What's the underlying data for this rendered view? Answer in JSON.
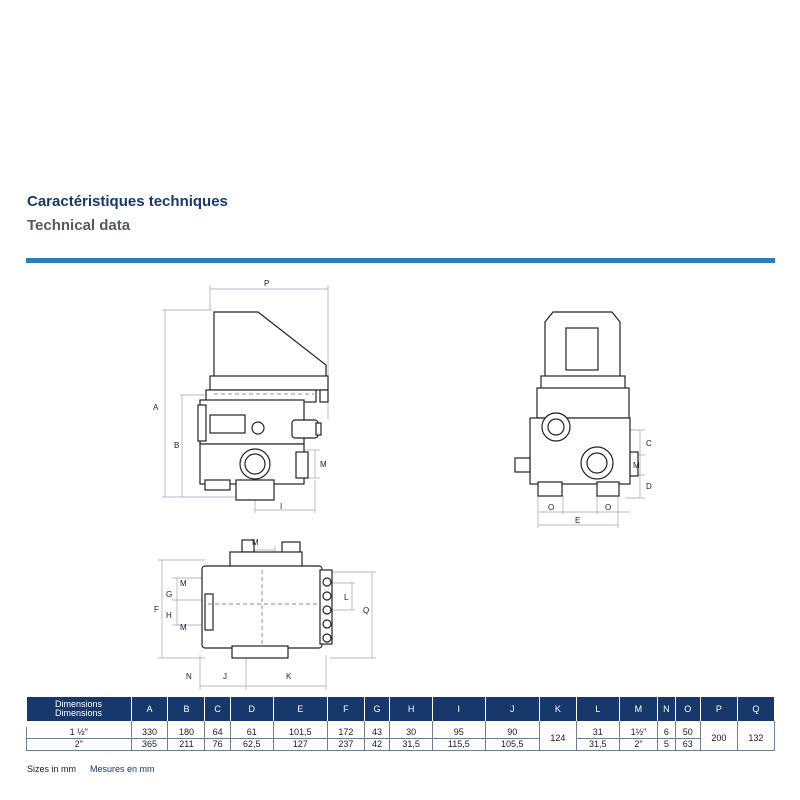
{
  "header": {
    "title_fr": "Caractéristiques techniques",
    "title_en": "Technical data",
    "accent_color": "#2a7dc0",
    "brand_color": "#16386b"
  },
  "drawing_labels": {
    "side": {
      "A": "A",
      "B": "B",
      "P": "P",
      "M": "M",
      "I": "I"
    },
    "front": {
      "C": "C",
      "M": "M",
      "D": "D",
      "O1": "O",
      "E": "E",
      "O2": "O"
    },
    "top": {
      "M": "M",
      "G": "G",
      "M2": "M",
      "F": "F",
      "H": "H",
      "M3": "M",
      "L": "L",
      "Q": "Q",
      "N": "N",
      "J": "J",
      "K": "K"
    }
  },
  "table": {
    "header_line1": "Dimensions",
    "header_line2": "Dimensions",
    "columns": [
      "A",
      "B",
      "C",
      "D",
      "E",
      "F",
      "G",
      "H",
      "I",
      "J",
      "K",
      "L",
      "M",
      "N",
      "O",
      "P",
      "Q"
    ],
    "rows": [
      {
        "size": "1 ½\"",
        "A": "330",
        "B": "180",
        "C": "64",
        "D": "61",
        "E": "101,5",
        "F": "172",
        "G": "43",
        "H": "30",
        "I": "95",
        "J": "90",
        "L": "31",
        "M": "1½\"",
        "N": "6",
        "O": "50"
      },
      {
        "size": "2\"",
        "A": "365",
        "B": "211",
        "C": "76",
        "D": "62,5",
        "E": "127",
        "F": "237",
        "G": "42",
        "H": "31,5",
        "I": "115,5",
        "J": "105,5",
        "L": "31,5",
        "M": "2\"",
        "N": "5",
        "O": "63"
      }
    ],
    "merged": {
      "K": "124",
      "P": "200",
      "Q": "132"
    }
  },
  "footer": {
    "en": "Sizes in mm",
    "fr": "Mesures en mm"
  }
}
